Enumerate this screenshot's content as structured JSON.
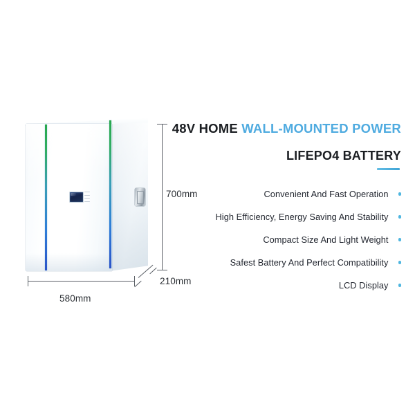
{
  "product": {
    "name": "48v-wall-mounted-lifepo4-battery",
    "accent_color": "#4fabe0",
    "stripe_top_color": "#29a84e",
    "stripe_bottom_color": "#2b53c8",
    "lcd_color": "#1d3158",
    "display_label": "lcd-screen"
  },
  "dimensions": {
    "height": "700mm",
    "width": "580mm",
    "depth": "210mm"
  },
  "headline": {
    "line1_dark": "48V HOME",
    "line1_accent": "WALL-MOUNTED POWER",
    "line2": "LIFEPO4 BATTERY"
  },
  "features": [
    {
      "label": "Convenient And Fast Operation"
    },
    {
      "label": "High Efficiency, Energy Saving And Stability"
    },
    {
      "label": "Compact Size And Light Weight"
    },
    {
      "label": "Safest Battery And Perfect Compatibility"
    },
    {
      "label": "LCD Display"
    }
  ]
}
